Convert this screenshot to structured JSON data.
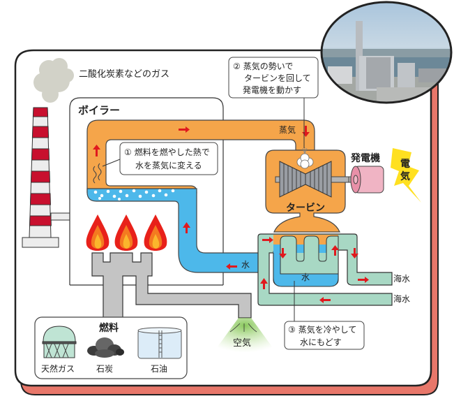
{
  "title": "火力発電のしくみ",
  "labels": {
    "exhaust_gas": "二酸化炭素などのガス",
    "boiler": "ボイラー",
    "steam": "蒸気",
    "turbine": "タービン",
    "generator": "発電機",
    "electricity_line1": "電",
    "electricity_line2": "気",
    "water_pipe": "水",
    "condenser_water": "水",
    "seawater_out": "海水",
    "seawater_in": "海水",
    "air": "空気"
  },
  "callouts": [
    {
      "number": "①",
      "line1": "燃料を燃やした熱で",
      "line2": "水を蒸気に変える"
    },
    {
      "number": "②",
      "line1": "蒸気の勢いで",
      "line2": "タービンを回して",
      "line3": "発電機を動かす"
    },
    {
      "number": "③",
      "line1": "蒸気を冷やして",
      "line2": "水にもどす"
    }
  ],
  "fuel": {
    "title": "燃料",
    "items": [
      {
        "label": "天然ガス",
        "icon": "gas-tank-icon"
      },
      {
        "label": "石炭",
        "icon": "coal-icon"
      },
      {
        "label": "石油",
        "icon": "oil-tank-icon"
      }
    ]
  },
  "colors": {
    "steam_orange": "#f5a54a",
    "water_blue": "#4db8ea",
    "seawater_green": "#a8d8c4",
    "chimney_red": "#c8102e",
    "frame_salmon": "#e8776a",
    "generator_pink": "#f0b4c4",
    "lightning_yellow": "#ffe020",
    "flame_red": "#e8211a",
    "pipe_gray": "#c4c4c4",
    "arrow_red": "#e0191e"
  }
}
